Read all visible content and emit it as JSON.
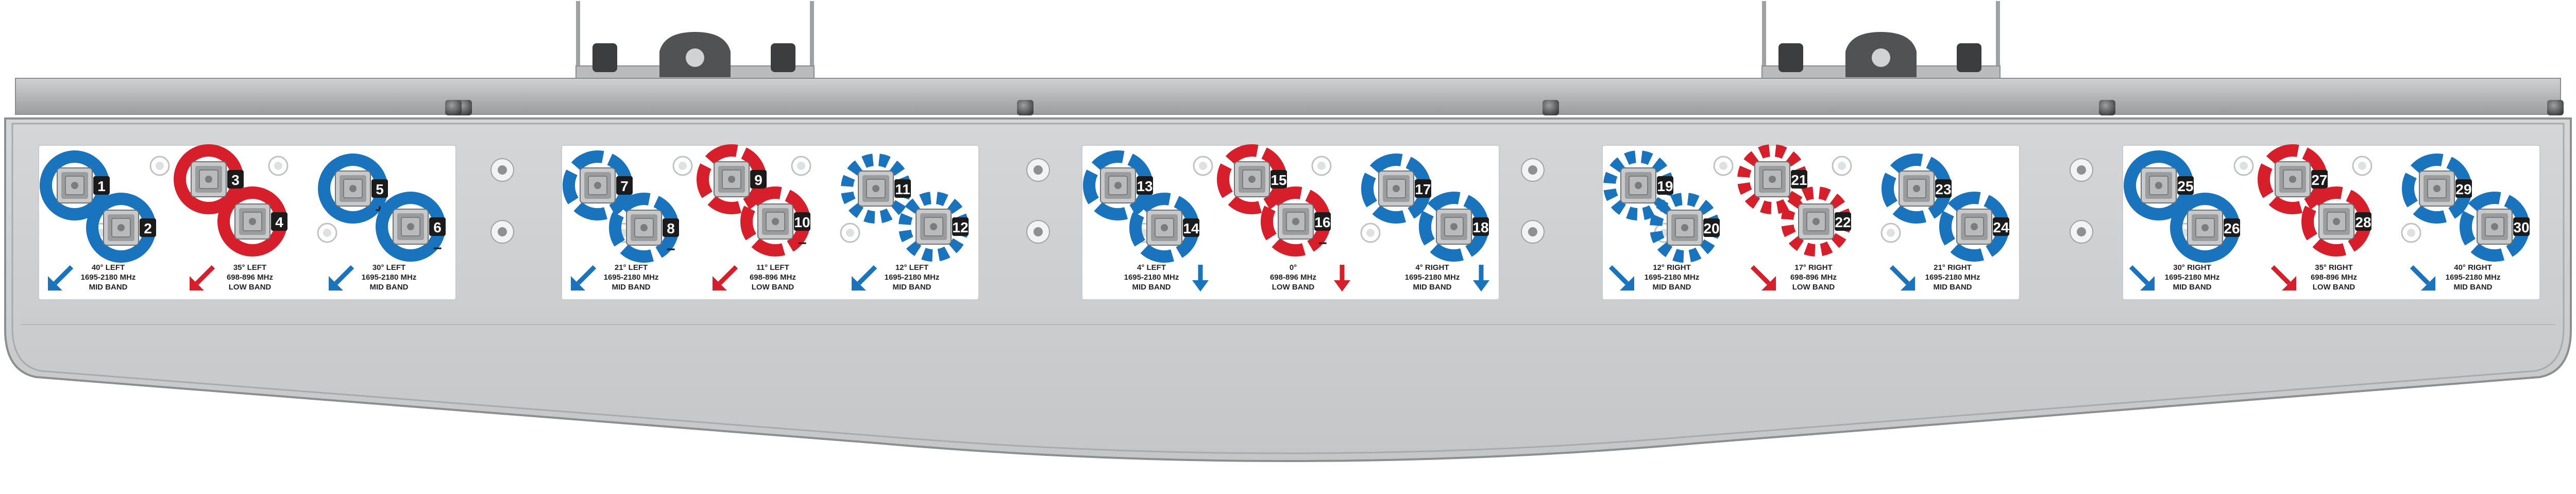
{
  "colors": {
    "mid_band": "#1a73bd",
    "low_band": "#d61f2b",
    "housing": "#d0d2d4",
    "housing_edge": "#8c8e90",
    "panel": "#ffffff",
    "connector_body": "#bfc1c3"
  },
  "icons": {
    "port_connector": "square-coax-connector-icon",
    "arrow": "down-arrow-icon",
    "mount": "mounting-bracket-icon",
    "screw": "screw-icon"
  },
  "panels": [
    {
      "ports": [
        {
          "num": "1",
          "band": "mid",
          "style": "solid"
        },
        {
          "num": "2",
          "band": "mid",
          "style": "solid"
        },
        {
          "num": "3",
          "band": "low",
          "style": "solid"
        },
        {
          "num": "4",
          "band": "low",
          "style": "solid"
        },
        {
          "num": "5",
          "band": "mid",
          "style": "solid",
          "sign": "+"
        },
        {
          "num": "6",
          "band": "mid",
          "style": "solid",
          "sign": "−"
        }
      ],
      "captions": [
        {
          "line1": "40° LEFT",
          "line2": "1695-2180 MHz",
          "line3": "MID BAND",
          "band": "mid",
          "arrow": "left"
        },
        {
          "line1": "35° LEFT",
          "line2": "698-896 MHz",
          "line3": "LOW BAND",
          "band": "low",
          "arrow": "left"
        },
        {
          "line1": "30° LEFT",
          "line2": "1695-2180 MHz",
          "line3": "MID BAND",
          "band": "mid",
          "arrow": "left"
        }
      ]
    },
    {
      "ports": [
        {
          "num": "7",
          "band": "mid",
          "style": "dashed"
        },
        {
          "num": "8",
          "band": "mid",
          "style": "dashed",
          "sign": "−"
        },
        {
          "num": "9",
          "band": "low",
          "style": "dashed",
          "sign": "+"
        },
        {
          "num": "10",
          "band": "low",
          "style": "dashed",
          "sign": "−"
        },
        {
          "num": "11",
          "band": "mid",
          "style": "dotted"
        },
        {
          "num": "12",
          "band": "mid",
          "style": "dotted"
        }
      ],
      "captions": [
        {
          "line1": "21° LEFT",
          "line2": "1695-2180 MHz",
          "line3": "MID BAND",
          "band": "mid",
          "arrow": "left"
        },
        {
          "line1": "11° LEFT",
          "line2": "698-896 MHz",
          "line3": "LOW BAND",
          "band": "low",
          "arrow": "left"
        },
        {
          "line1": "12° LEFT",
          "line2": "1695-2180 MHz",
          "line3": "MID BAND",
          "band": "mid",
          "arrow": "left"
        }
      ]
    },
    {
      "ports": [
        {
          "num": "13",
          "band": "mid",
          "style": "dashed"
        },
        {
          "num": "14",
          "band": "mid",
          "style": "dashed"
        },
        {
          "num": "15",
          "band": "low",
          "style": "dashed",
          "sign": "+"
        },
        {
          "num": "16",
          "band": "low",
          "style": "dashed",
          "sign": "−"
        },
        {
          "num": "17",
          "band": "mid",
          "style": "dashed"
        },
        {
          "num": "18",
          "band": "mid",
          "style": "dashed"
        }
      ],
      "captions": [
        {
          "line1": "4° LEFT",
          "line2": "1695-2180 MHz",
          "line3": "MID BAND",
          "band": "mid",
          "arrow": "down"
        },
        {
          "line1": "0°",
          "line2": "698-896 MHz",
          "line3": "LOW BAND",
          "band": "low",
          "arrow": "down"
        },
        {
          "line1": "4° RIGHT",
          "line2": "1695-2180 MHz",
          "line3": "MID BAND",
          "band": "mid",
          "arrow": "down"
        }
      ]
    },
    {
      "ports": [
        {
          "num": "19",
          "band": "mid",
          "style": "dotted"
        },
        {
          "num": "20",
          "band": "mid",
          "style": "dotted"
        },
        {
          "num": "21",
          "band": "low",
          "style": "dotted"
        },
        {
          "num": "22",
          "band": "low",
          "style": "dotted"
        },
        {
          "num": "23",
          "band": "mid",
          "style": "dashed"
        },
        {
          "num": "24",
          "band": "mid",
          "style": "dashed"
        }
      ],
      "captions": [
        {
          "line1": "12° RIGHT",
          "line2": "1695-2180 MHz",
          "line3": "MID BAND",
          "band": "mid",
          "arrow": "right"
        },
        {
          "line1": "17° RIGHT",
          "line2": "698-896 MHz",
          "line3": "LOW BAND",
          "band": "low",
          "arrow": "right"
        },
        {
          "line1": "21° RIGHT",
          "line2": "1695-2180 MHz",
          "line3": "MID BAND",
          "band": "mid",
          "arrow": "right"
        }
      ]
    },
    {
      "ports": [
        {
          "num": "25",
          "band": "mid",
          "style": "solid"
        },
        {
          "num": "26",
          "band": "mid",
          "style": "solid"
        },
        {
          "num": "27",
          "band": "low",
          "style": "dashed"
        },
        {
          "num": "28",
          "band": "low",
          "style": "dashed"
        },
        {
          "num": "29",
          "band": "mid",
          "style": "dashed"
        },
        {
          "num": "30",
          "band": "mid",
          "style": "dashed"
        }
      ],
      "captions": [
        {
          "line1": "30° RIGHT",
          "line2": "1695-2180 MHz",
          "line3": "MID BAND",
          "band": "mid",
          "arrow": "right"
        },
        {
          "line1": "35° RIGHT",
          "line2": "698-896 MHz",
          "line3": "LOW BAND",
          "band": "low",
          "arrow": "right"
        },
        {
          "line1": "40° RIGHT",
          "line2": "1695-2180 MHz",
          "line3": "MID BAND",
          "band": "mid",
          "arrow": "right"
        }
      ]
    }
  ]
}
